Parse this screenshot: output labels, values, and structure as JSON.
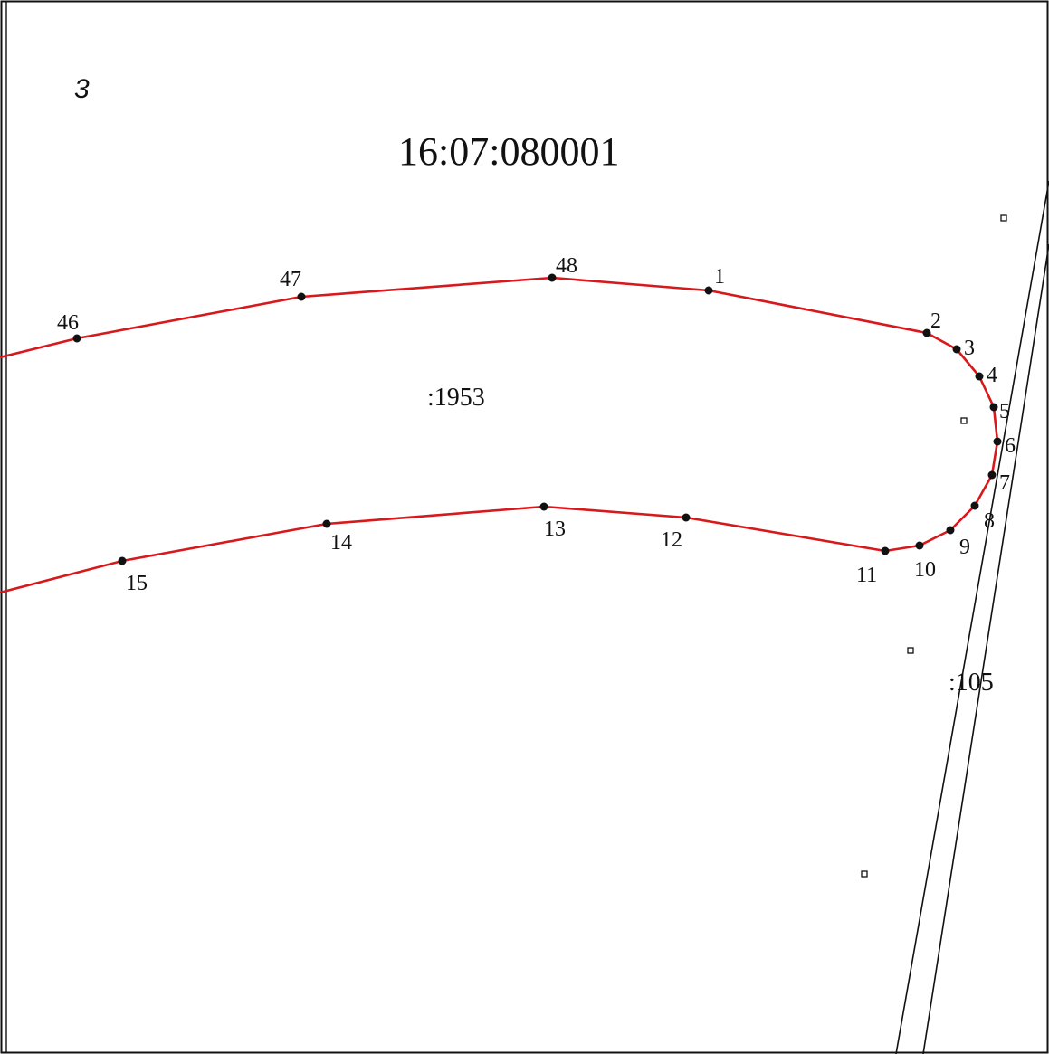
{
  "sheet_number": "3",
  "quarter_number": "16:07:080001",
  "parcel_main_label": ":1953",
  "parcel_road_label": ":105",
  "colors": {
    "boundary": "#d7191c",
    "vertex": "#111111",
    "line": "#111111",
    "background": "#ffffff"
  },
  "vertices": [
    {
      "label": "46"
    },
    {
      "label": "47"
    },
    {
      "label": "48"
    },
    {
      "label": "1"
    },
    {
      "label": "2"
    },
    {
      "label": "3"
    },
    {
      "label": "4"
    },
    {
      "label": "5"
    },
    {
      "label": "6"
    },
    {
      "label": "7"
    },
    {
      "label": "8"
    },
    {
      "label": "9"
    },
    {
      "label": "10"
    },
    {
      "label": "11"
    },
    {
      "label": "12"
    },
    {
      "label": "13"
    },
    {
      "label": "14"
    },
    {
      "label": "15"
    }
  ]
}
